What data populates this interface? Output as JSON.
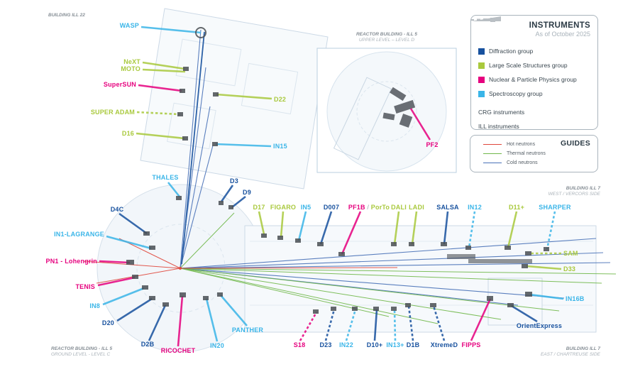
{
  "legend": {
    "title": "INSTRUMENTS",
    "subtitle": "As of October 2025",
    "groups": [
      {
        "label": "Diffraction group",
        "color": "#17519e"
      },
      {
        "label": "Large Scale Structures group",
        "color": "#a9c93d"
      },
      {
        "label": "Nuclear & Particle Physics group",
        "color": "#e6007e"
      },
      {
        "label": "Spectroscopy group",
        "color": "#3ab5e8"
      }
    ],
    "crg_label": "CRG instruments",
    "ill_label": "ILL instruments"
  },
  "guides": {
    "title": "GUIDES",
    "items": [
      {
        "label": "Hot neutrons",
        "color": "#e0473c"
      },
      {
        "label": "Thermal neutrons",
        "color": "#70b84a"
      },
      {
        "label": "Cold neutrons",
        "color": "#4a72b8"
      }
    ]
  },
  "buildings": {
    "ill22": "BUILDING ILL 22",
    "reactor_upper_line1": "REACTOR BUILDING - ILL 5",
    "reactor_upper_line2": "UPPER LEVEL – LEVEL D",
    "reactor_ground_line1": "REACTOR BUILDING - ILL 5",
    "reactor_ground_line2": "GROUND LEVEL - LEVEL C",
    "ill7_west_line1": "BUILDING ILL 7",
    "ill7_west_line2": "WEST / VERCORS SIDE",
    "ill7_east_line1": "BUILDING ILL 7",
    "ill7_east_line2": "EAST / CHARTREUSE SIDE"
  },
  "instruments": {
    "wasp": {
      "name": "WASP",
      "group": "spectroscopy",
      "crg": false
    },
    "next": {
      "name": "NeXT",
      "group": "large-scale-structures",
      "crg": false
    },
    "moto": {
      "name": "MOTO",
      "group": "large-scale-structures",
      "crg": false
    },
    "supersun": {
      "name": "SuperSUN",
      "group": "nuclear-particle-physics",
      "crg": false
    },
    "superadam": {
      "name": "SUPER ADAM",
      "group": "large-scale-structures",
      "crg": true
    },
    "d16": {
      "name": "D16",
      "group": "large-scale-structures",
      "crg": false
    },
    "d22": {
      "name": "D22",
      "group": "large-scale-structures",
      "crg": false
    },
    "in15": {
      "name": "IN15",
      "group": "spectroscopy",
      "crg": false
    },
    "thales": {
      "name": "THALES",
      "group": "spectroscopy",
      "crg": false
    },
    "d3": {
      "name": "D3",
      "group": "diffraction",
      "crg": false
    },
    "d9": {
      "name": "D9",
      "group": "diffraction",
      "crg": false
    },
    "d4c": {
      "name": "D4C",
      "group": "diffraction",
      "crg": false
    },
    "in1": {
      "name": "IN1-LAGRANGE",
      "group": "spectroscopy",
      "crg": false
    },
    "pn1": {
      "name": "PN1 - Lohengrin",
      "group": "nuclear-particle-physics",
      "crg": false
    },
    "tenis": {
      "name": "TENIS",
      "group": "nuclear-particle-physics",
      "crg": false
    },
    "in8": {
      "name": "IN8",
      "group": "spectroscopy",
      "crg": false
    },
    "d20": {
      "name": "D20",
      "group": "diffraction",
      "crg": false
    },
    "d2b": {
      "name": "D2B",
      "group": "diffraction",
      "crg": false
    },
    "ricochet": {
      "name": "RICOCHET",
      "group": "nuclear-particle-physics",
      "crg": false
    },
    "in20": {
      "name": "IN20",
      "group": "spectroscopy",
      "crg": false
    },
    "panther": {
      "name": "PANTHER",
      "group": "spectroscopy",
      "crg": false
    },
    "d17": {
      "name": "D17",
      "group": "large-scale-structures",
      "crg": false
    },
    "figaro": {
      "name": "FIGARO",
      "group": "large-scale-structures",
      "crg": false
    },
    "in5": {
      "name": "IN5",
      "group": "spectroscopy",
      "crg": false
    },
    "d007": {
      "name": "D007",
      "group": "diffraction",
      "crg": false
    },
    "pf1b": {
      "name": "PF1B",
      "sep": " / ",
      "alt": "PorTo",
      "group": "nuclear-particle-physics",
      "alt_group": "large-scale-structures",
      "crg": false
    },
    "dali": {
      "name": "DALI",
      "group": "large-scale-structures",
      "crg": false
    },
    "ladi": {
      "name": "LADI",
      "group": "large-scale-structures",
      "crg": false
    },
    "salsa": {
      "name": "SALSA",
      "group": "diffraction",
      "crg": false
    },
    "in12": {
      "name": "IN12",
      "group": "spectroscopy",
      "crg": true
    },
    "d11": {
      "name": "D11+",
      "group": "large-scale-structures",
      "crg": false
    },
    "sharper": {
      "name": "SHARPER",
      "group": "spectroscopy",
      "crg": true
    },
    "sam": {
      "name": "SAM",
      "group": "large-scale-structures",
      "crg": true
    },
    "d33": {
      "name": "D33",
      "group": "large-scale-structures",
      "crg": false
    },
    "in16b": {
      "name": "IN16B",
      "group": "spectroscopy",
      "crg": false
    },
    "orientexpress": {
      "name": "OrientExpress",
      "group": "diffraction",
      "crg": false
    },
    "s18": {
      "name": "S18",
      "group": "nuclear-particle-physics",
      "crg": true
    },
    "d23": {
      "name": "D23",
      "group": "diffraction",
      "crg": true
    },
    "in22": {
      "name": "IN22",
      "group": "spectroscopy",
      "crg": true
    },
    "d10": {
      "name": "D10+",
      "group": "diffraction",
      "crg": false
    },
    "in13": {
      "name": "IN13+",
      "group": "spectroscopy",
      "crg": true
    },
    "d1b": {
      "name": "D1B",
      "group": "diffraction",
      "crg": true
    },
    "xtremed": {
      "name": "XtremeD",
      "group": "diffraction",
      "crg": true
    },
    "fipps": {
      "name": "FIPPS",
      "group": "nuclear-particle-physics",
      "crg": false
    },
    "pf2": {
      "name": "PF2",
      "group": "nuclear-particle-physics",
      "crg": false
    }
  }
}
